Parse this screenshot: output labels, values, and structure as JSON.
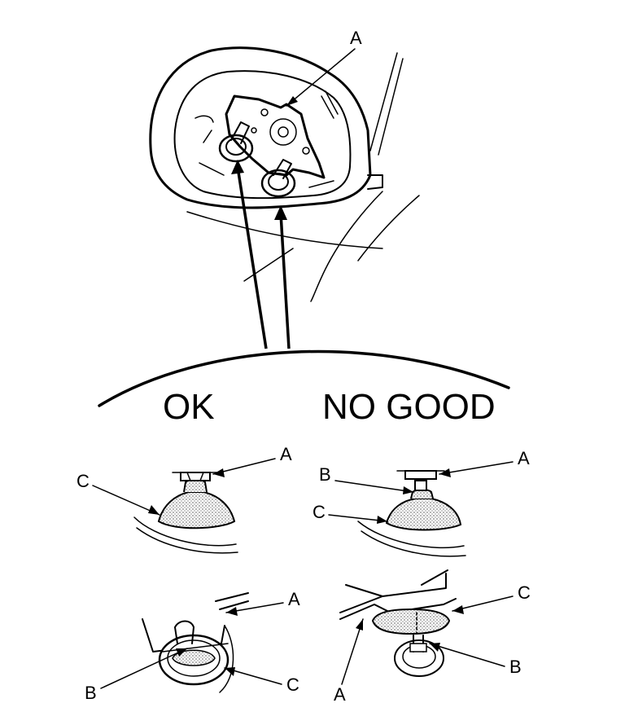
{
  "top": {
    "label_a": "A"
  },
  "sections": {
    "ok_heading": "OK",
    "nogood_heading": "NO GOOD"
  },
  "ok_side": {
    "upper": {
      "label_a": "A",
      "label_c": "C"
    },
    "lower": {
      "label_a": "A",
      "label_b": "B",
      "label_c": "C"
    }
  },
  "nogood_side": {
    "upper": {
      "label_a": "A",
      "label_b": "B",
      "label_c": "C"
    },
    "lower": {
      "label_a": "A",
      "label_b": "B",
      "label_c": "C"
    }
  }
}
